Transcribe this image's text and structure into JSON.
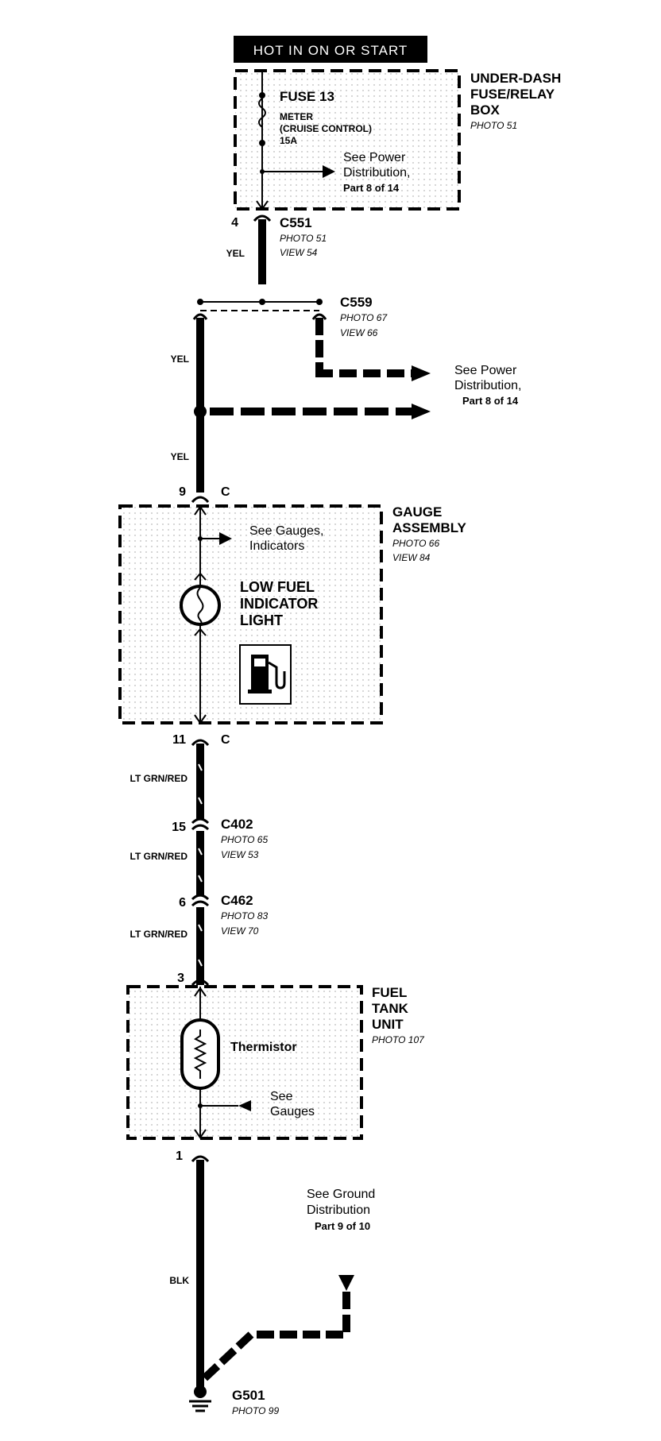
{
  "banner": "HOT IN ON OR START",
  "fusebox": {
    "title_lines": [
      "UNDER-DASH",
      "FUSE/RELAY",
      "BOX"
    ],
    "photo": "PHOTO 51",
    "fuse_name": "FUSE 13",
    "fuse_desc_lines": [
      "METER",
      "(CRUISE CONTROL)"
    ],
    "fuse_rating": "15A",
    "ref_lines": [
      "See Power",
      "Distribution,",
      "Part 8 of 14"
    ]
  },
  "c551": {
    "pin": "4",
    "name": "C551",
    "photo": "PHOTO 51",
    "view": "VIEW 54"
  },
  "wire_yel_1": "YEL",
  "c559": {
    "name": "C559",
    "photo": "PHOTO 67",
    "view": "VIEW 66",
    "ref_lines": [
      "See Power",
      "Distribution,",
      "Part 8 of 14"
    ]
  },
  "wire_yel_2": "YEL",
  "wire_yel_3": "YEL",
  "gauge": {
    "pin_in": "9",
    "conn_in": "C",
    "title_lines": [
      "GAUGE",
      "ASSEMBLY"
    ],
    "photo": "PHOTO 66",
    "view": "VIEW 84",
    "ref_lines": [
      "See Gauges,",
      "Indicators"
    ],
    "light_lines": [
      "LOW FUEL",
      "INDICATOR",
      "LIGHT"
    ],
    "pin_out": "11",
    "conn_out": "C"
  },
  "wire_grn_1": "LT GRN/RED",
  "c402": {
    "pin": "15",
    "name": "C402",
    "photo": "PHOTO 65",
    "view": "VIEW 53"
  },
  "wire_grn_2": "LT GRN/RED",
  "c462": {
    "pin": "6",
    "name": "C462",
    "photo": "PHOTO 83",
    "view": "VIEW 70"
  },
  "wire_grn_3": "LT GRN/RED",
  "tank": {
    "pin_in": "3",
    "title_lines": [
      "FUEL",
      "TANK",
      "UNIT"
    ],
    "photo": "PHOTO 107",
    "thermistor": "Thermistor",
    "ref_lines": [
      "See",
      "Gauges"
    ],
    "pin_out": "1"
  },
  "ground_ref_lines": [
    "See Ground",
    "Distribution",
    "Part 9 of 10"
  ],
  "wire_blk": "BLK",
  "g501": {
    "name": "G501",
    "photo": "PHOTO 99"
  }
}
